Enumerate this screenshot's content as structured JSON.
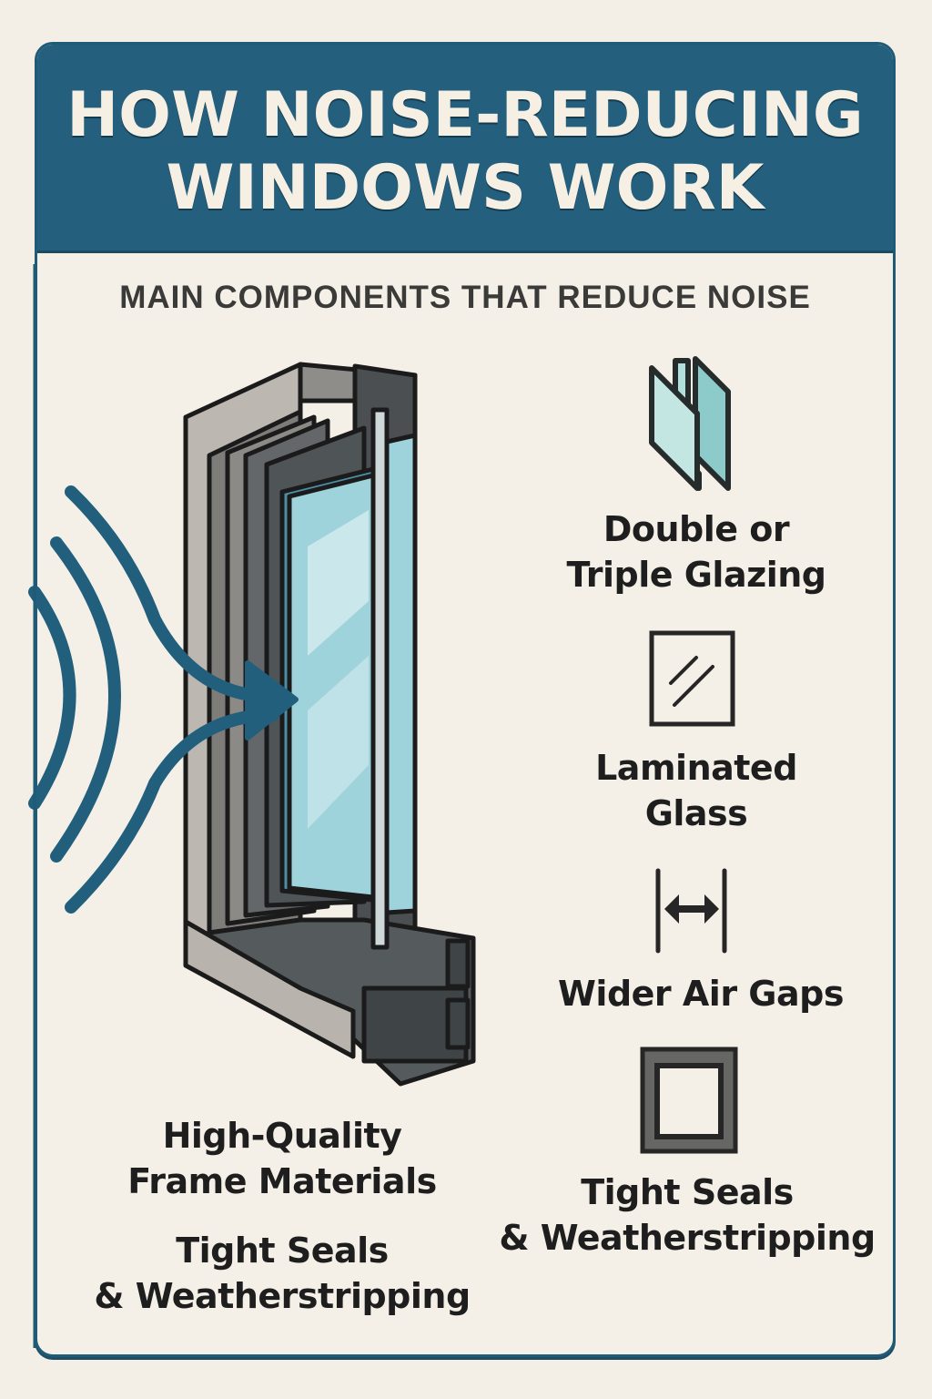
{
  "header": {
    "title_line1": "HOW NOISE-REDUCING",
    "title_line2": "WINDOWS WORK"
  },
  "subtitle": "MAIN COMPONENTS THAT REDUCE NOISE",
  "illustration": {
    "name": "window-cross-section",
    "sound_icon": "sound-wave-arrow-icon"
  },
  "left_labels": [
    {
      "line1": "High-Quality",
      "line2": "Frame Materials"
    },
    {
      "line1": "Tight Seals",
      "line2": "& Weatherstripping"
    }
  ],
  "components": [
    {
      "icon": "glazing-panes-icon",
      "line1": "Double or",
      "line2": "Triple Glazing"
    },
    {
      "icon": "laminated-glass-icon",
      "line1": "Laminated",
      "line2": "Glass"
    },
    {
      "icon": "air-gap-arrows-icon",
      "line1": "Wider Air Gaps",
      "line2": ""
    },
    {
      "icon": "seal-frame-icon",
      "line1": "Tight Seals",
      "line2": "& Weatherstripping"
    }
  ],
  "colors": {
    "primary": "#245f7d",
    "background": "#f4efe6",
    "glass": "#9fd3dc",
    "frame": "#6e6e6c",
    "text": "#1e1e1e"
  }
}
